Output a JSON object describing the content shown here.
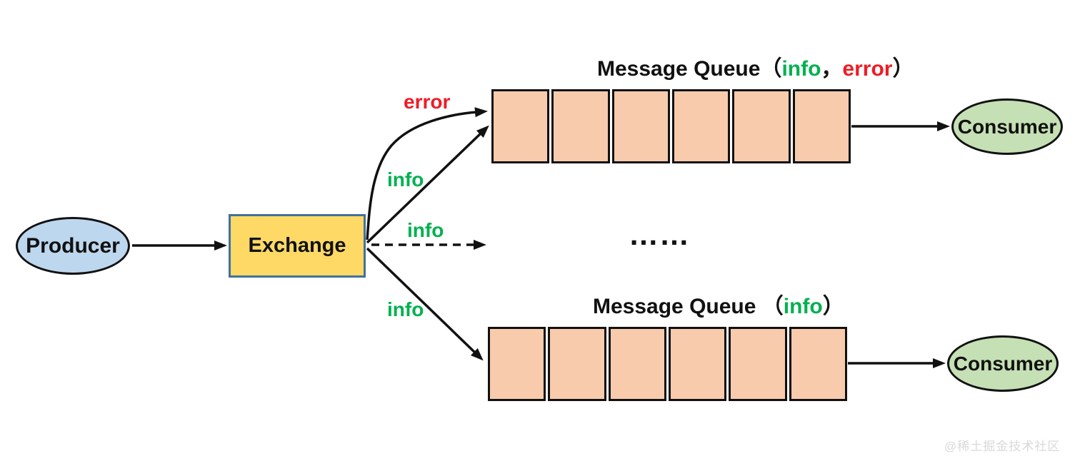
{
  "colors": {
    "producer_fill": "#bdd7ee",
    "exchange_fill": "#ffd966",
    "exchange_border": "#41719c",
    "queue_cell_fill": "#f8cbad",
    "consumer_fill": "#c5e0b4",
    "info_green": "#00b050",
    "error_red": "#ee1c25",
    "watermark_gray": "#d9d9d9"
  },
  "nodes": {
    "producer": "Producer",
    "exchange": "Exchange",
    "consumer_top": "Consumer",
    "consumer_bottom": "Consumer"
  },
  "edge_labels": {
    "error": "error",
    "info_top": "info",
    "info_middle": "info",
    "info_bottom": "info"
  },
  "queue_top_title": {
    "name": "Message Queue",
    "open": "（",
    "key1": "info",
    "comma": "，",
    "key2": "error",
    "close": "）"
  },
  "queue_bottom_title": {
    "name": "Message Queue ",
    "open": "（",
    "key1": "info",
    "close": "）"
  },
  "ellipsis": "……",
  "watermark": "@稀土掘金技术社区",
  "queues": [
    {
      "id": "queue-top",
      "cells": 6
    },
    {
      "id": "queue-bottom",
      "cells": 6
    }
  ]
}
